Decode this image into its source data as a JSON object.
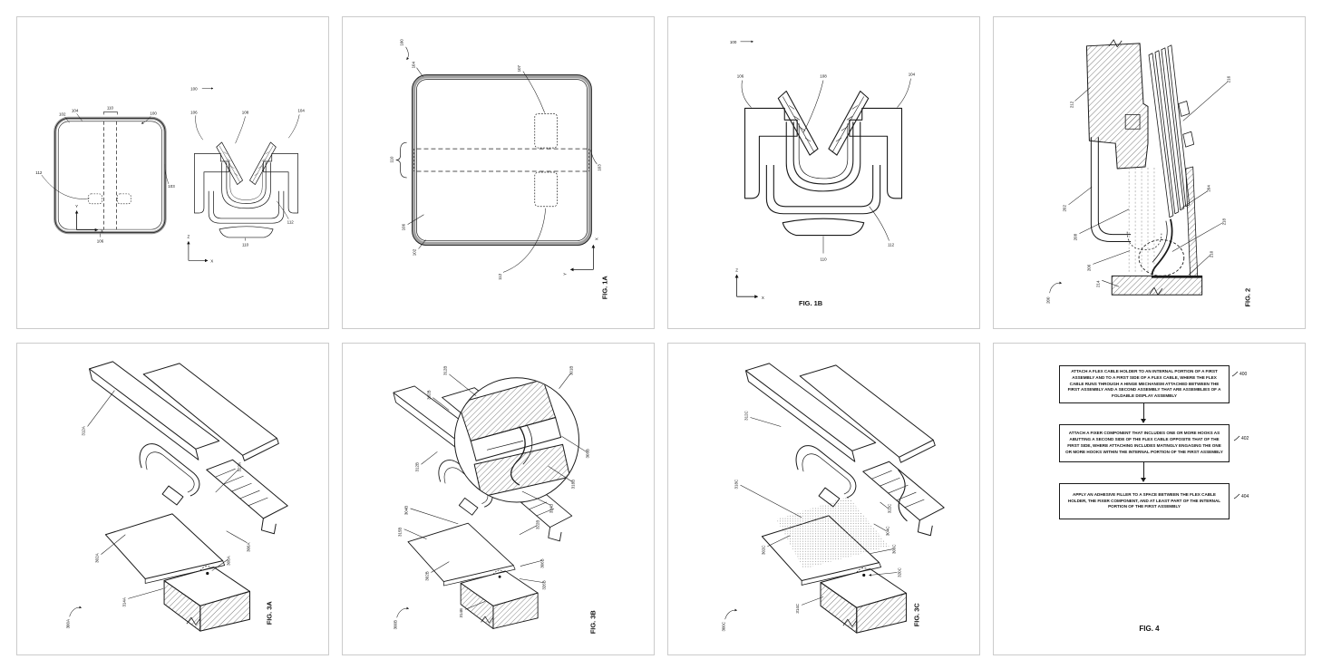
{
  "page": {
    "background": "#ffffff",
    "panel_border_color": "#cbcbcb",
    "ink_color": "#1a1a1a"
  },
  "panels": [
    {
      "key": "cover",
      "caption": "",
      "axes": {
        "left_v": "Y",
        "left_h": "X",
        "right_v": "Z",
        "right_h": "X"
      },
      "refs": [
        "102",
        "104",
        "110",
        "100",
        "112",
        "103",
        "106",
        "100",
        "106",
        "108",
        "104",
        "112",
        "110"
      ]
    },
    {
      "key": "fig1a",
      "caption": "FIG. 1A",
      "axes": {
        "v": "X",
        "h": "Y"
      },
      "refs": [
        "100",
        "104",
        "107",
        "110",
        "103",
        "106",
        "102",
        "112"
      ]
    },
    {
      "key": "fig1b",
      "caption": "FIG. 1B",
      "axes": {
        "v": "Z",
        "h": "X"
      },
      "refs": [
        "100",
        "106",
        "108",
        "104",
        "112",
        "110"
      ]
    },
    {
      "key": "fig2",
      "caption": "FIG. 2",
      "refs": [
        "212",
        "216",
        "202",
        "208",
        "204",
        "218",
        "206",
        "210",
        "214",
        "200"
      ]
    },
    {
      "key": "fig3a",
      "caption": "FIG. 3A",
      "refs": [
        "312A",
        "322A",
        "302A",
        "306A",
        "308A",
        "314A",
        "300A"
      ]
    },
    {
      "key": "fig3b",
      "caption": "FIG. 3B",
      "refs": [
        "312B",
        "301B",
        "302B",
        "312B",
        "304B",
        "315B",
        "302B",
        "314B",
        "324B",
        "322B",
        "306B",
        "326B",
        "318B",
        "308B",
        "300B"
      ]
    },
    {
      "key": "fig3c",
      "caption": "FIG. 3C",
      "refs": [
        "312C",
        "318C",
        "302C",
        "322C",
        "304C",
        "306C",
        "320C",
        "314C",
        "300C"
      ]
    },
    {
      "key": "fig4",
      "caption": "FIG. 4",
      "boxes": [
        {
          "text": "ATTACH A FLEX CABLE HOLDER TO AN INTERNAL PORTION OF A FIRST ASSEMBLY AND TO A FIRST SIDE OF A FLEX CABLE, WHERE THE FLEX CABLE RUNS THROUGH A HINGE MECHANISM ATTACHED BETWEEN THE FIRST ASSEMBLY AND A SECOND ASSEMBLY THAT ARE ASSEMBLIES OF A FOLDABLE DISPLAY ASSEMBLY",
          "ref": "400"
        },
        {
          "text": "ATTACH A FIXER COMPONENT THAT INCLUDES ONE OR MORE HOOKS AS ABUTTING A SECOND SIDE OF THE FLEX CABLE OPPOSITE THAT OF THE FIRST SIDE, WHERE ATTACHING INCLUDES MATINGLY ENGAGING THE ONE OR MORE HOOKS WITHIN THE INTERNAL PORTION OF THE FIRST ASSEMBLY",
          "ref": "402"
        },
        {
          "text": "APPLY AN ADHESIVE FILLER TO A SPACE BETWEEN THE FLEX CABLE HOLDER, THE FIXER COMPONENT, AND AT LEAST PART OF THE INTERNAL PORTION OF THE FIRST ASSEMBLY",
          "ref": "404"
        }
      ]
    }
  ]
}
